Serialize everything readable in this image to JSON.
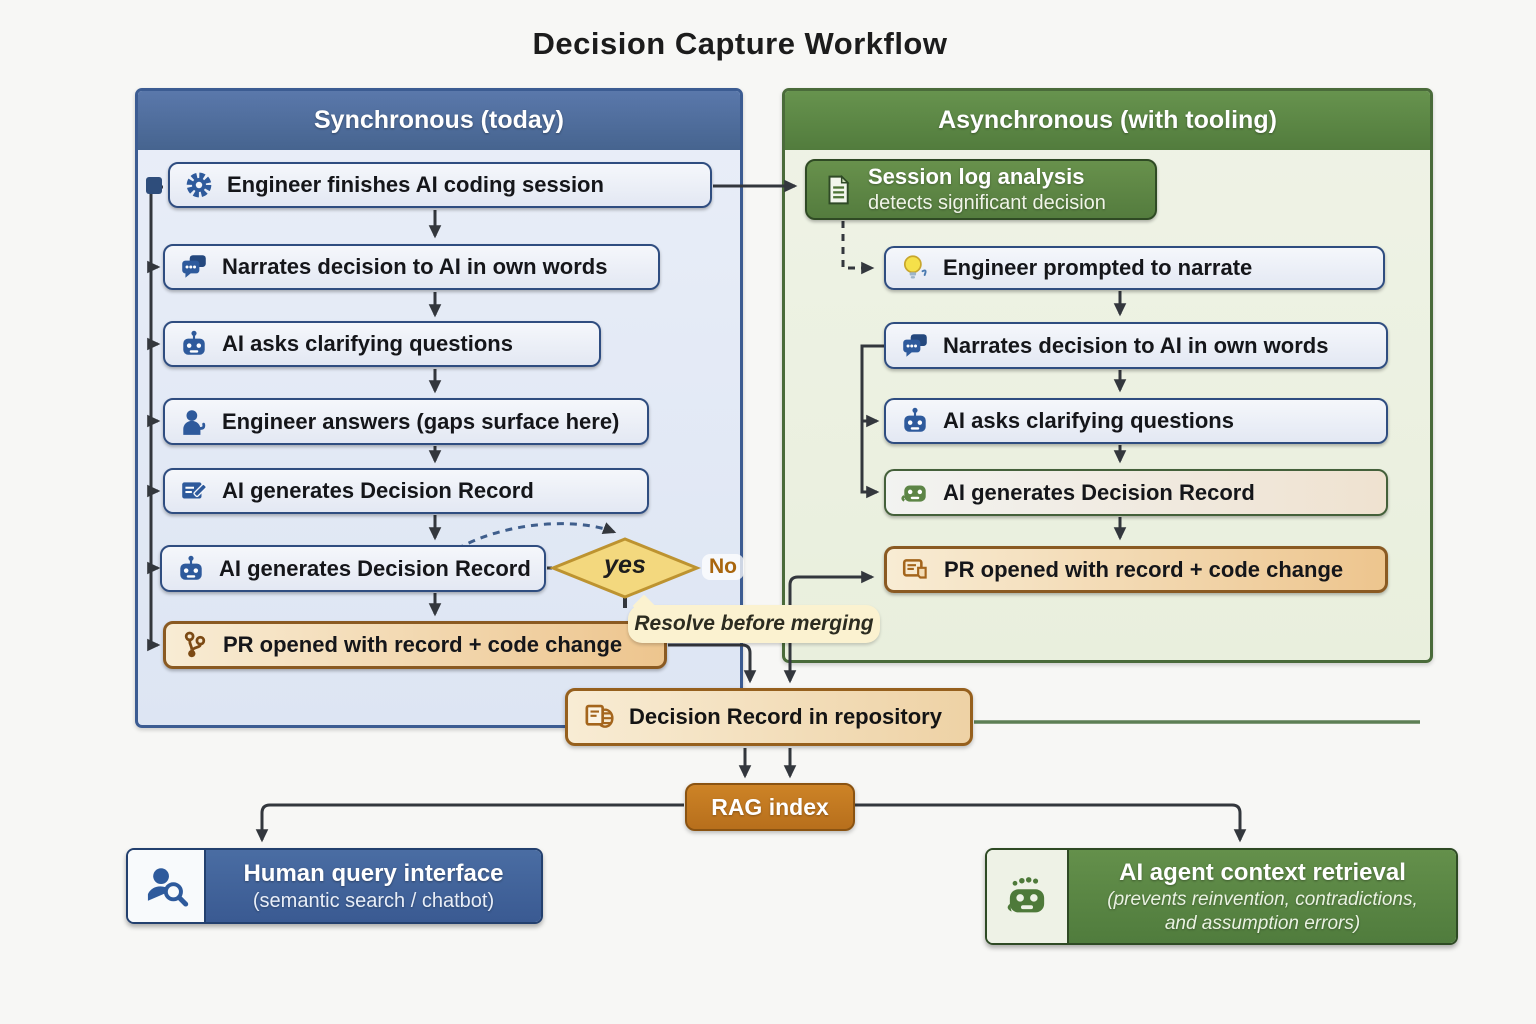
{
  "title": "Decision Capture Workflow",
  "colors": {
    "sync_header": "#4f6ea2",
    "async_header": "#5c8a45",
    "step_border_blue": "#2f4d80",
    "orange_accent": "#c07a1e",
    "dark_green_box": "#5d8546",
    "diamond_fill": "#f3d87e"
  },
  "sync": {
    "header": "Synchronous (today)",
    "steps": [
      {
        "label": "Engineer finishes AI coding session",
        "icon": "gear-icon"
      },
      {
        "label": "Narrates decision to AI in own words",
        "icon": "chat-icon"
      },
      {
        "label": "AI asks clarifying questions",
        "icon": "robot-icon"
      },
      {
        "label": "Engineer answers (gaps surface here)",
        "icon": "person-icon"
      },
      {
        "label": "AI generates Decision Record",
        "icon": "document-edit-icon"
      },
      {
        "label": "AI generates Decision Record",
        "icon": "robot-icon"
      },
      {
        "label": "PR opened with record + code change",
        "icon": "git-branch-icon"
      }
    ],
    "decision": {
      "yes_label": "yes",
      "no_label": "No"
    }
  },
  "async": {
    "header": "Asynchronous (with tooling)",
    "steps": [
      {
        "label": "Session log analysis",
        "sublabel": "detects significant decision",
        "icon": "document-icon"
      },
      {
        "label": "Engineer prompted to narrate",
        "icon": "lightbulb-icon"
      },
      {
        "label": "Narrates decision to AI in own words",
        "icon": "chat-icon"
      },
      {
        "label": "AI asks clarifying questions",
        "icon": "robot-icon"
      },
      {
        "label": "AI generates Decision Record",
        "icon": "robot-green-icon"
      },
      {
        "label": "PR opened with record + code change",
        "icon": "pr-document-icon"
      }
    ]
  },
  "notes": {
    "resolve": "Resolve before merging"
  },
  "repository": {
    "label": "Decision Record in repository"
  },
  "rag": {
    "label": "RAG index"
  },
  "human": {
    "label": "Human query interface",
    "sublabel": "(semantic search / chatbot)"
  },
  "agent": {
    "label": "AI agent context retrieval",
    "sublabel_line1": "(prevents reinvention, contradictions,",
    "sublabel_line2": "and assumption errors)"
  }
}
